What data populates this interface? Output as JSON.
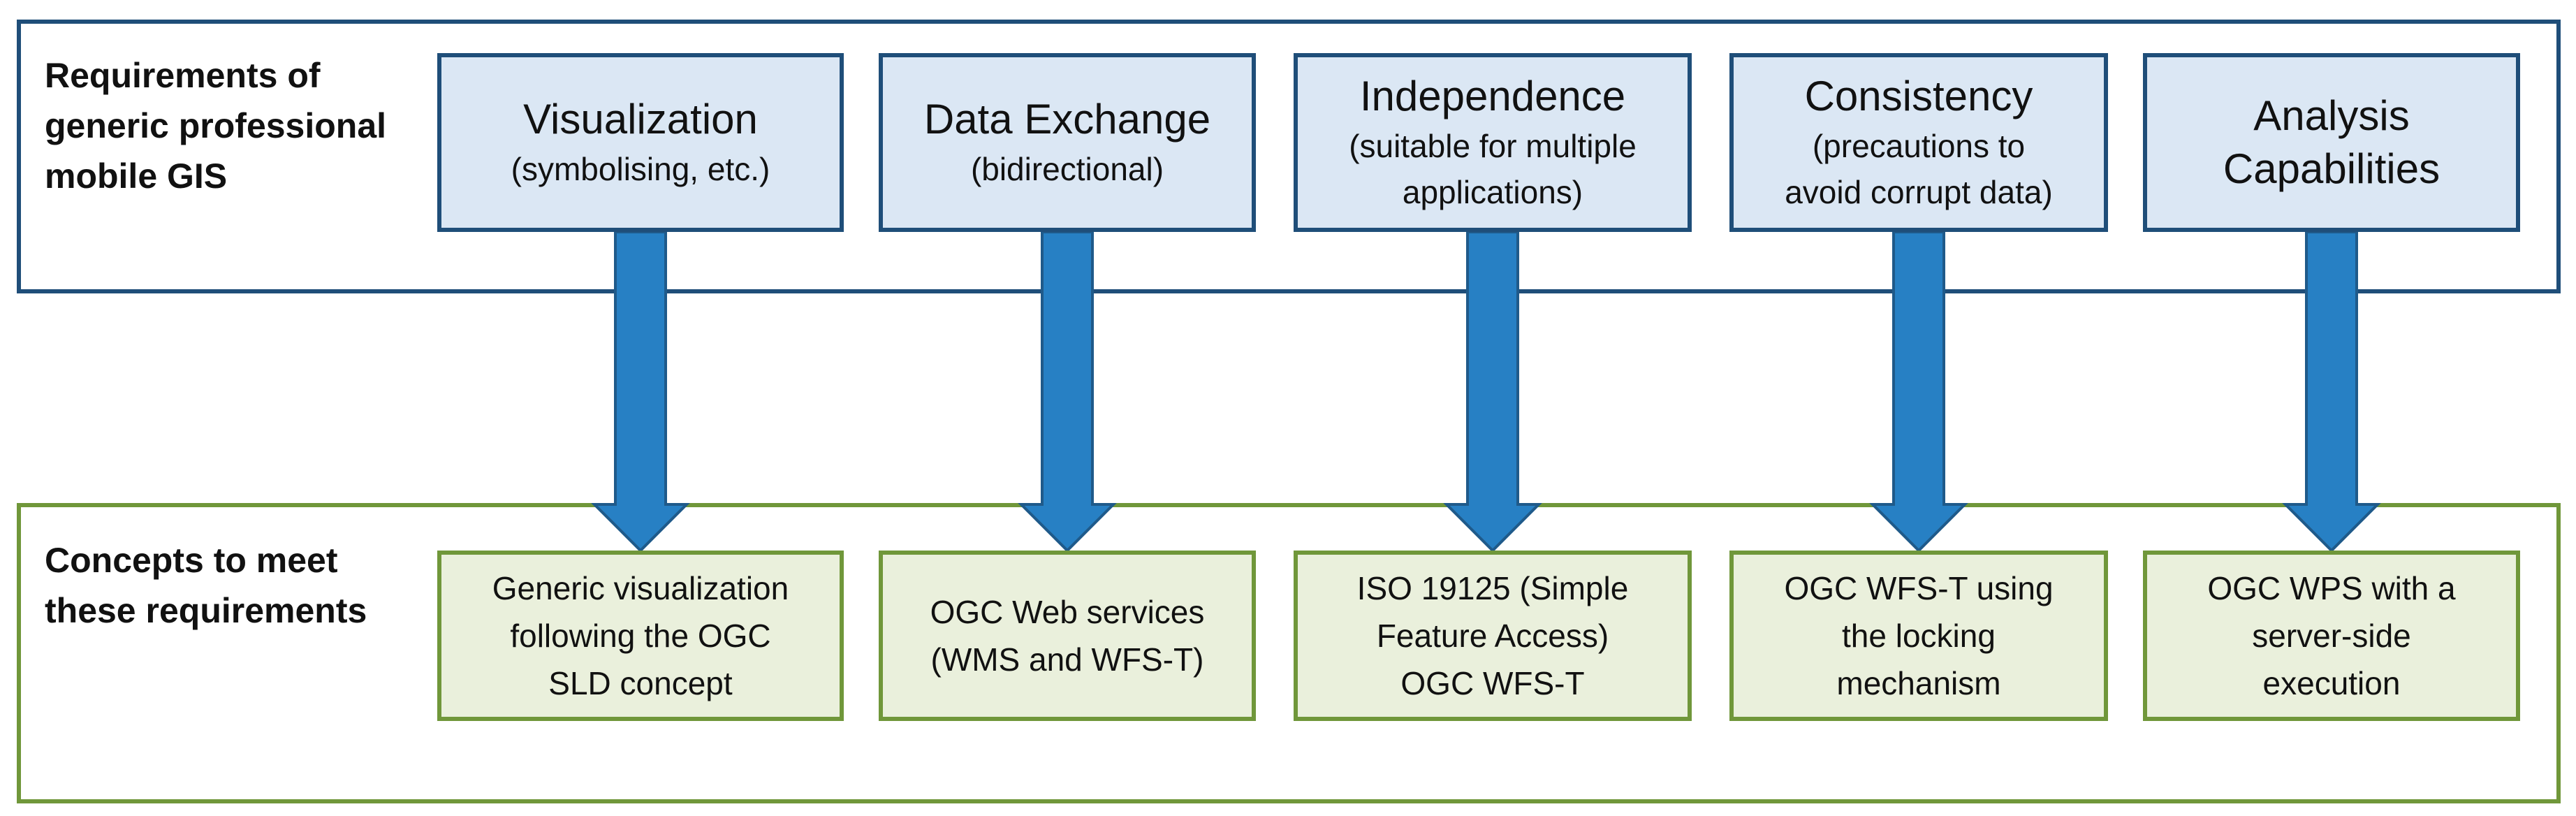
{
  "labels": {
    "requirements": "Requirements of\ngeneric professional\nmobile GIS",
    "concepts": "Concepts to meet\nthese requirements"
  },
  "requirements": [
    {
      "title": "Visualization",
      "subtitle": "(symbolising, etc.)"
    },
    {
      "title": "Data Exchange",
      "subtitle": "(bidirectional)"
    },
    {
      "title": "Independence",
      "subtitle": "(suitable for multiple\napplications)"
    },
    {
      "title": "Consistency",
      "subtitle": "(precautions to\navoid corrupt data)"
    },
    {
      "title": "Analysis\nCapabilities",
      "subtitle": ""
    }
  ],
  "concepts": [
    {
      "text": "Generic visualization\nfollowing the OGC\nSLD concept"
    },
    {
      "text": "OGC Web services\n(WMS and WFS-T)"
    },
    {
      "text": "ISO 19125 (Simple\nFeature Access)\nOGC WFS-T"
    },
    {
      "text": "OGC WFS-T using\nthe locking\nmechanism"
    },
    {
      "text": "OGC WPS with a\nserver-side\nexecution"
    }
  ],
  "colors": {
    "requirement_border": "#1f4e79",
    "requirement_fill": "#dbe7f4",
    "concept_border": "#70973a",
    "concept_fill": "#eaf0dc",
    "arrow_fill": "#2780c4",
    "arrow_stroke": "#1f5a8a"
  }
}
